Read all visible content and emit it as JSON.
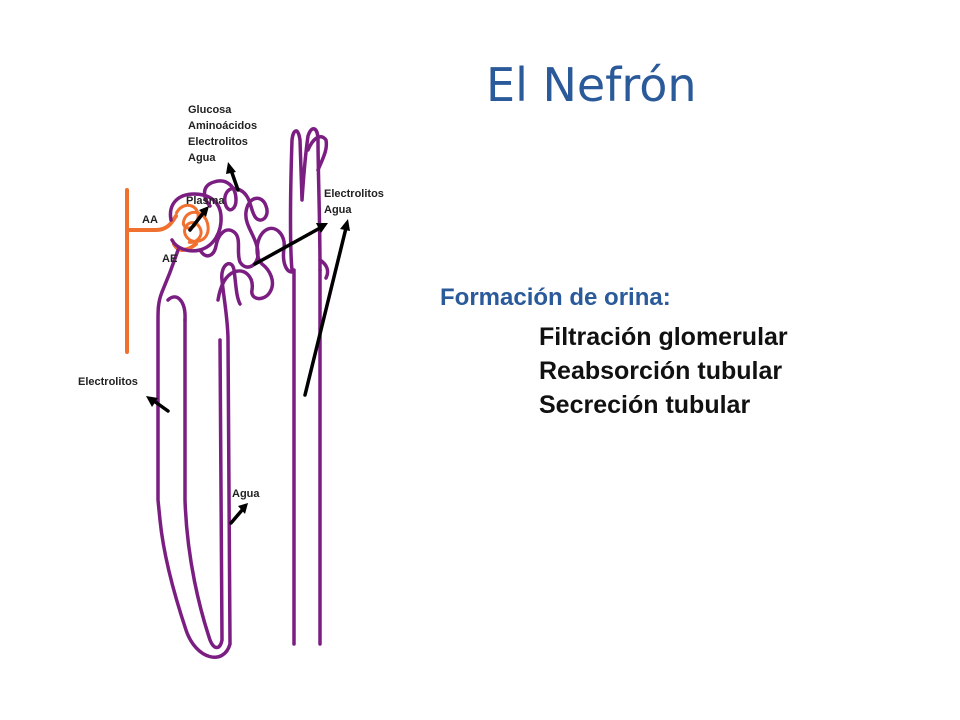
{
  "title": "El Nefrón",
  "heading": "Formación de orina:",
  "processes": [
    "Filtración glomerular",
    "Reabsorción tubular",
    "Secreción tubular"
  ],
  "labels": {
    "glomerular_filtrate": [
      "Glucosa",
      "Aminoácidos",
      "Electrolitos",
      "Agua"
    ],
    "plasma": "Plasma",
    "aa": "AA",
    "ae": "AE",
    "distal": [
      "Electrolitos",
      "Agua"
    ],
    "loop_ascending": "Electrolitos",
    "loop_descending": "Agua"
  },
  "colors": {
    "title": "#2b5a9a",
    "tubule": "#7b1e82",
    "vessel": "#f07030",
    "arrow": "#000000"
  }
}
